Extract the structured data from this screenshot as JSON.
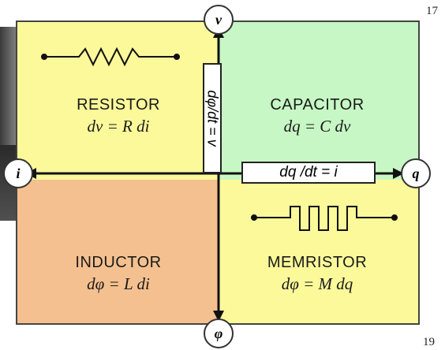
{
  "corner_top": "17",
  "corner_bottom": "19",
  "nodes": {
    "top": "v",
    "bottom": "φ",
    "left": "i",
    "right": "q"
  },
  "relations": {
    "horizontal": "dq /dt = i",
    "vertical": "dφ/dt = v"
  },
  "quadrants": {
    "resistor": {
      "name": "RESISTOR",
      "equation": "dv = R di"
    },
    "capacitor": {
      "name": "CAPACITOR",
      "equation": "dq = C dv"
    },
    "inductor": {
      "name": "INDUCTOR",
      "equation": "dφ = L di"
    },
    "memristor": {
      "name": "MEMRISTOR",
      "equation": "dφ = M dq"
    }
  },
  "colors": {
    "resistor": "#fbf99a",
    "capacitor": "#c6f7c4",
    "inductor": "#f5c08f",
    "memristor": "#fbf99a"
  }
}
